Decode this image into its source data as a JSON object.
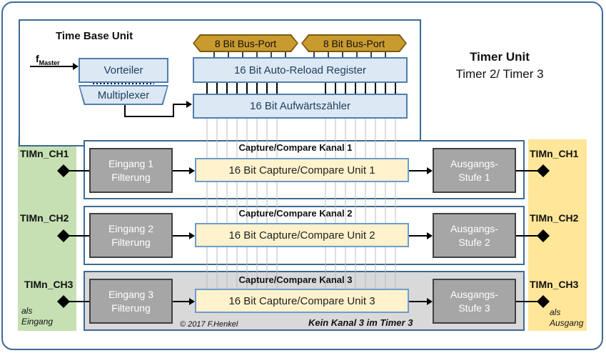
{
  "time_base_unit": {
    "title": "Time Base Unit",
    "fmaster_main": "f",
    "fmaster_sub": "Master",
    "prescaler": "Vorteiler",
    "multiplexer": "Multiplexer",
    "bus_port_1": "8 Bit Bus-Port",
    "bus_port_2": "8 Bit Bus-Port",
    "auto_reload": "16 Bit Auto-Reload Register",
    "counter": "16 Bit Aufwärtszähler"
  },
  "timer_unit": {
    "title": "Timer Unit",
    "subtitle": "Timer 2/ Timer 3"
  },
  "channels": [
    {
      "title": "Capture/Compare Kanal 1",
      "input_pin": "TIMn_CH1",
      "output_pin": "TIMn_CH1",
      "input_filter_line1": "Eingang 1",
      "input_filter_line2": "Filterung",
      "cc_unit": "16 Bit Capture/Compare Unit 1",
      "output_stage_line1": "Ausgangs-",
      "output_stage_line2": "Stufe 1"
    },
    {
      "title": "Capture/Compare Kanal 2",
      "input_pin": "TIMn_CH2",
      "output_pin": "TIMn_CH2",
      "input_filter_line1": "Eingang 2",
      "input_filter_line2": "Filterung",
      "cc_unit": "16 Bit Capture/Compare Unit 2",
      "output_stage_line1": "Ausgangs-",
      "output_stage_line2": "Stufe 2"
    },
    {
      "title": "Capture/Compare Kanal 3",
      "input_pin": "TIMn_CH3",
      "output_pin": "TIMn_CH3",
      "input_filter_line1": "Eingang 3",
      "input_filter_line2": "Filterung",
      "cc_unit": "16 Bit Capture/Compare Unit 3",
      "output_stage_line1": "Ausgangs-",
      "output_stage_line2": "Stufe 3"
    }
  ],
  "notes": {
    "input_line1": "als",
    "input_line2": "Eingang",
    "output_line1": "als",
    "output_line2": "Ausgang",
    "copyright": "© 2017 F.Henkel",
    "no_channel3": "Kein Kanal 3 im Timer 3"
  },
  "colors": {
    "frame": "#3d6a92",
    "register_fill": "#dce8f4",
    "bus_port": "#c99a2e",
    "input_side": "#c6e0b4",
    "output_side": "#ffe699",
    "cc_unit_fill": "#fff2cc",
    "stage_fill": "#a6a6a6"
  }
}
